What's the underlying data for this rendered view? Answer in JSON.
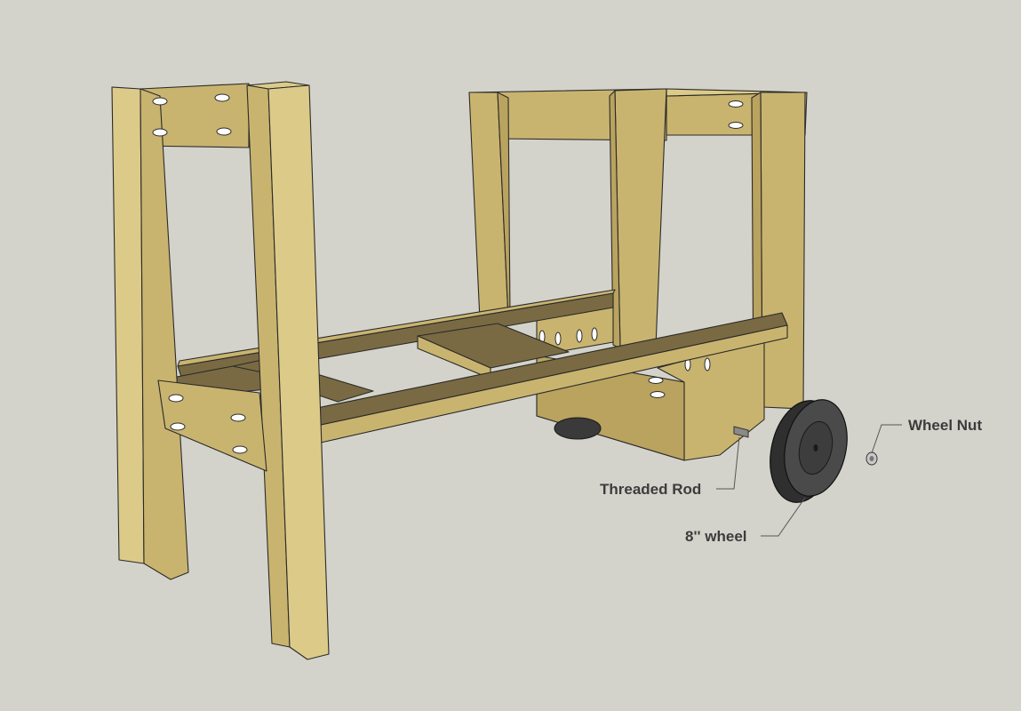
{
  "labels": {
    "wheel_nut": "Wheel Nut",
    "threaded_rod": "Threaded Rod",
    "wheel": "8'' wheel"
  },
  "colors": {
    "background": "#d4d3cb",
    "wood_light": "#dccb88",
    "wood_mid": "#c9b46f",
    "wood_dark": "#7a6a43",
    "wheel": "#3a3a3a"
  }
}
